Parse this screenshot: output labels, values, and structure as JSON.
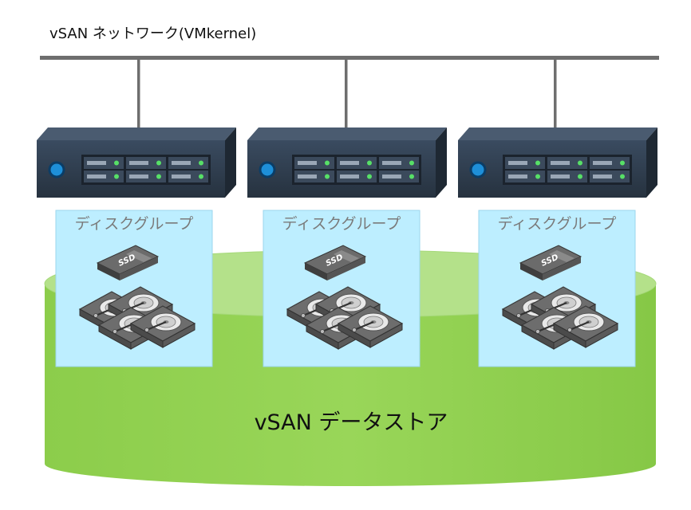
{
  "network": {
    "label": "vSAN ネットワーク(VMkernel)"
  },
  "hosts": [
    {
      "disk_group_label": "ディスクグループ",
      "ssd_label": "SSD"
    },
    {
      "disk_group_label": "ディスクグループ",
      "ssd_label": "SSD"
    },
    {
      "disk_group_label": "ディスクグループ",
      "ssd_label": "SSD"
    }
  ],
  "datastore": {
    "label": "vSAN データストア"
  },
  "colors": {
    "network_line": "#6e6e6e",
    "server_body": "#2f3f52",
    "server_led": "#57e067",
    "power_button": "#1e8fd8",
    "disk_group_bg": "#bdeeff",
    "datastore_fill": "#8fd14f",
    "datastore_top": "#b4e18a"
  }
}
